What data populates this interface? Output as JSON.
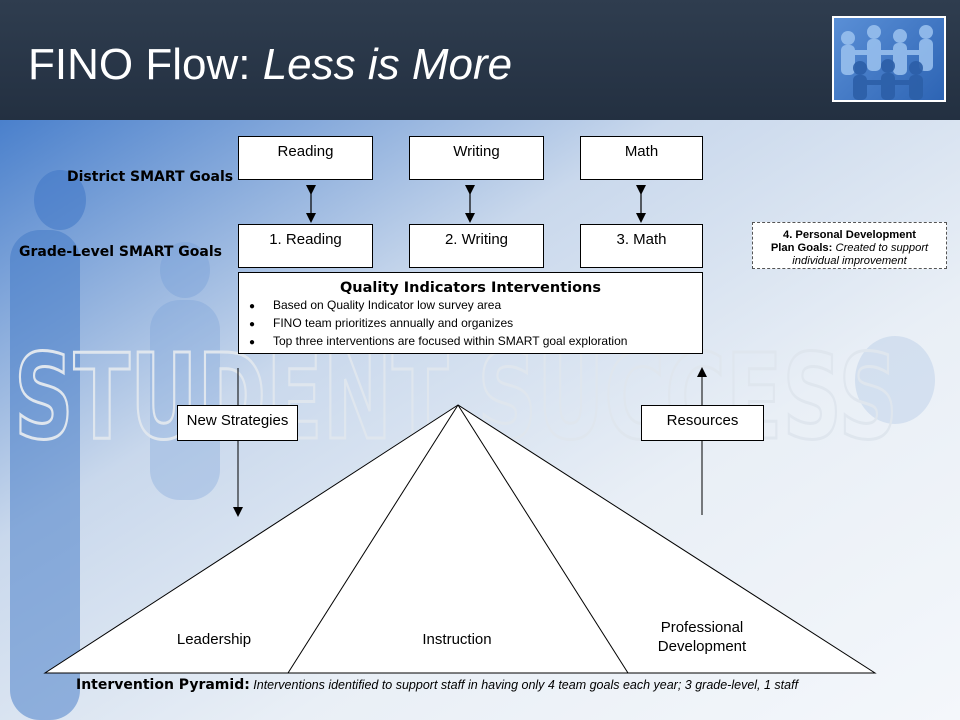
{
  "slide": {
    "title_plain": "FINO Flow: ",
    "title_italic": "Less is More",
    "watermark": "STUDENT SUCCESS"
  },
  "district": {
    "label": "District SMART Goals",
    "boxes": [
      "Reading",
      "Writing",
      "Math"
    ]
  },
  "grade_level": {
    "label": "Grade-Level SMART Goals",
    "boxes": [
      "1.  Reading",
      "2.  Writing",
      "3.  Math"
    ]
  },
  "personal_development": {
    "heading": "4.  Personal Development",
    "bold_lead": "Plan Goals:",
    "italic_text": " Created to support individual improvement"
  },
  "quality_indicators": {
    "title": "Quality Indicators Interventions",
    "bullets": [
      "Based on Quality Indicator low survey area",
      "FINO team prioritizes annually and organizes",
      "Top three interventions are focused within SMART goal exploration"
    ]
  },
  "side_boxes": {
    "left": "New Strategies",
    "right": "Resources"
  },
  "pyramid": {
    "sections": [
      "Leadership",
      "Instruction",
      "Professional",
      "Development"
    ]
  },
  "footer": {
    "label": "Intervention Pyramid:",
    "text": " Interventions identified to support staff in having only 4 team goals each year; 3 grade-level, 1 staff"
  },
  "colors": {
    "header_bg": "#2a3748",
    "background_blue": "#5f8fd0",
    "watermark": "#d4dbe4"
  },
  "icons": [
    "people-chain-logo-icon"
  ]
}
